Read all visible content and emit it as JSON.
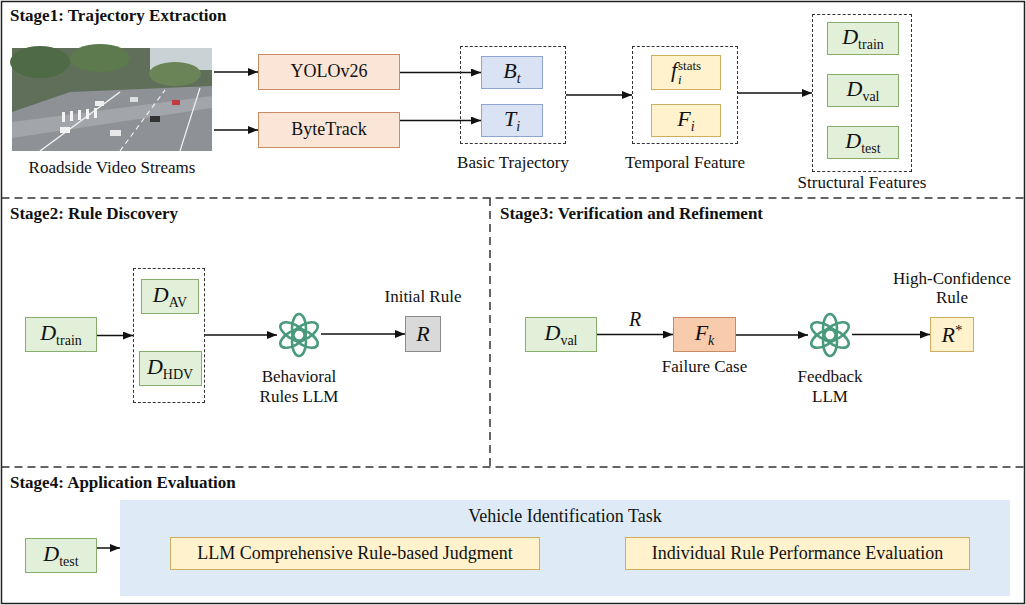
{
  "diagram": {
    "nodes": [
      {
        "text": [
          "Stage1: Trajectory Extraction"
        ]
      },
      {
        "text": [
          "Roadside Video Streams"
        ],
        "in": 0
      },
      {
        "text": [
          "YOLOv26"
        ],
        "in": 0
      },
      {
        "text": [
          "ByteTrack"
        ],
        "in": 0
      },
      {
        "text": [
          "Basic Trajectory"
        ],
        "in": 0
      },
      {
        "text": [
          "B",
          "t"
        ],
        "in": 4
      },
      {
        "text": [
          "T",
          "i"
        ],
        "in": 4
      },
      {
        "text": [
          "Temporal Feature"
        ],
        "in": 0
      },
      {
        "text": [
          "f",
          "stats",
          "i"
        ],
        "in": 7
      },
      {
        "text": [
          "F",
          "i"
        ],
        "in": 7
      },
      {
        "text": [
          "Structural Features"
        ],
        "in": 0
      },
      {
        "text": [
          "D",
          "train"
        ],
        "in": 10
      },
      {
        "text": [
          "D",
          "val"
        ],
        "in": 10
      },
      {
        "text": [
          "D",
          "test"
        ],
        "in": 10
      },
      {
        "text": [
          "Stage2: Rule Discovery"
        ]
      },
      {
        "text": [
          "D",
          "train"
        ],
        "in": 14
      },
      {
        "text": [],
        "in": 14
      },
      {
        "text": [
          "D",
          "AV"
        ],
        "in": 16
      },
      {
        "text": [
          "D",
          "HDV"
        ],
        "in": 16
      },
      {
        "text": [
          "Behavioral Rules LLM"
        ],
        "in": 14
      },
      {
        "text": [
          "Initial Rule",
          "R"
        ],
        "in": 14
      },
      {
        "text": [
          "Stage3: Verification and Refinement"
        ]
      },
      {
        "text": [
          "D",
          "val"
        ],
        "in": 21
      },
      {
        "text": [
          "F",
          "k",
          "Failure Case"
        ],
        "in": 21
      },
      {
        "text": [
          "Feedback LLM"
        ],
        "in": 21
      },
      {
        "text": [
          "High-Confidence Rule",
          "R",
          "*"
        ],
        "in": 21
      },
      {
        "text": [
          "Stage4: Application Evaluation"
        ]
      },
      {
        "text": [
          "D",
          "test"
        ],
        "in": 26
      },
      {
        "text": [
          "Vehicle Identification Task"
        ],
        "in": 26
      },
      {
        "text": [
          "LLM Comprehensive Rule-based Judgment"
        ],
        "in": 28
      },
      {
        "text": [
          "Individual Rule Performance Evaluation"
        ],
        "in": 28
      }
    ],
    "edges": [
      {
        "from": 1,
        "to": 2,
        "arrow": "to"
      },
      {
        "from": 1,
        "to": 3,
        "arrow": "to"
      },
      {
        "from": 2,
        "to": 5,
        "arrow": "to"
      },
      {
        "from": 3,
        "to": 6,
        "arrow": "to"
      },
      {
        "from": 4,
        "to": 7,
        "arrow": "to"
      },
      {
        "from": 7,
        "to": 10,
        "arrow": "to"
      },
      {
        "from": 15,
        "to": 16,
        "arrow": "to"
      },
      {
        "from": 16,
        "to": 19,
        "arrow": "to"
      },
      {
        "from": 19,
        "to": 20,
        "arrow": "to"
      },
      {
        "from": 22,
        "to": 23,
        "arrow": "to",
        "label": "R"
      },
      {
        "from": 23,
        "to": 24,
        "arrow": "to"
      },
      {
        "from": 24,
        "to": 25,
        "arrow": "to"
      },
      {
        "from": 27,
        "to": 28,
        "arrow": "to"
      }
    ]
  }
}
